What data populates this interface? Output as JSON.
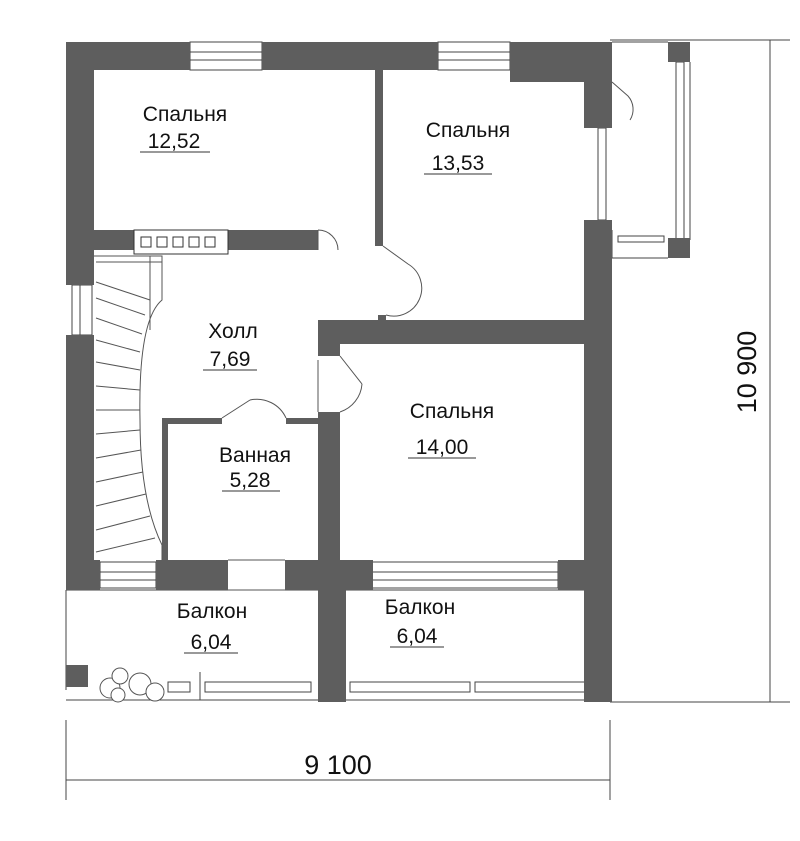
{
  "colors": {
    "wall": "#5e5e5e",
    "line": "#444444",
    "background": "#ffffff"
  },
  "rooms": [
    {
      "id": "bedroom-1",
      "name": "Спальня",
      "area": "12,52"
    },
    {
      "id": "bedroom-2",
      "name": "Спальня",
      "area": "13,53"
    },
    {
      "id": "hall",
      "name": "Холл",
      "area": "7,69"
    },
    {
      "id": "bathroom",
      "name": "Ванная",
      "area": "5,28"
    },
    {
      "id": "bedroom-3",
      "name": "Спальня",
      "area": "14,00"
    },
    {
      "id": "balcony-1",
      "name": "Балкон",
      "area": "6,04"
    },
    {
      "id": "balcony-2",
      "name": "Балкон",
      "area": "6,04"
    }
  ],
  "dimensions": {
    "width": "9 100",
    "height": "10 900"
  }
}
